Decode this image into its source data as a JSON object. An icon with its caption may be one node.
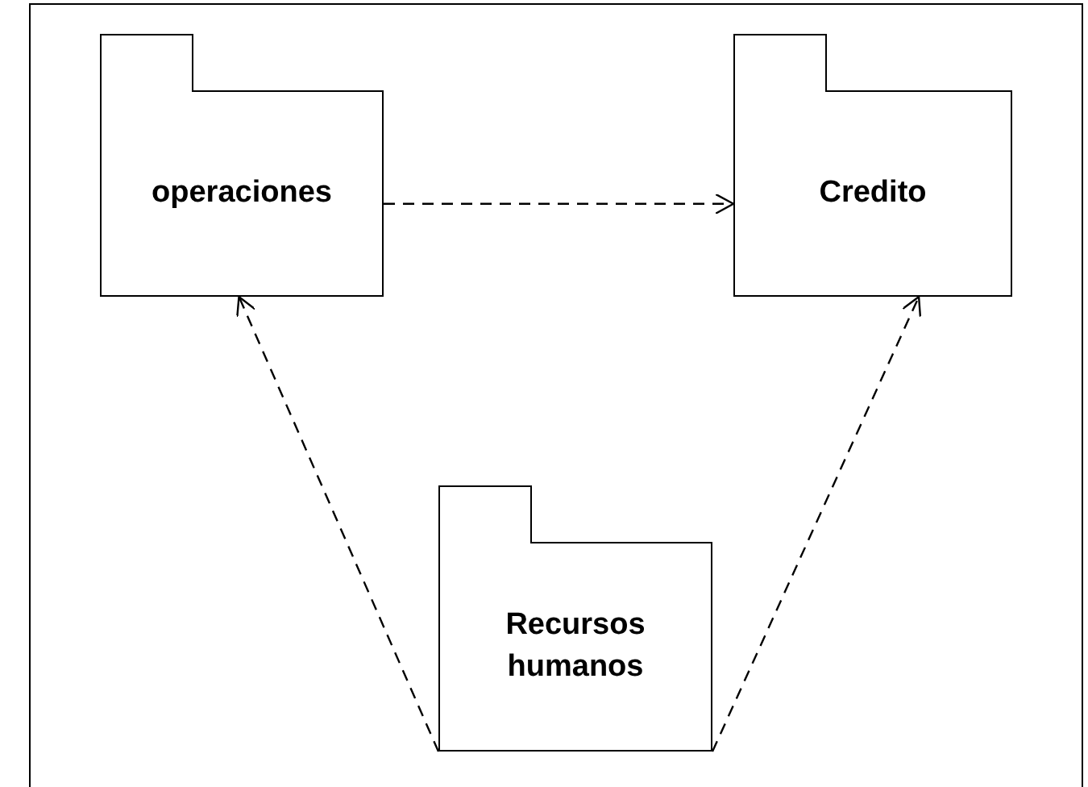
{
  "diagram": {
    "nodes": [
      {
        "text": [
          "operaciones"
        ]
      },
      {
        "text": [
          "Credito"
        ]
      },
      {
        "text": [
          "Recursos humanos"
        ]
      }
    ],
    "edges": [
      {
        "from": 0,
        "to": 1,
        "arrow": "to",
        "style": "dashed"
      },
      {
        "from": 2,
        "to": 0,
        "arrow": "to",
        "style": "dashed"
      },
      {
        "from": 2,
        "to": 1,
        "arrow": "to",
        "style": "dashed"
      }
    ]
  }
}
